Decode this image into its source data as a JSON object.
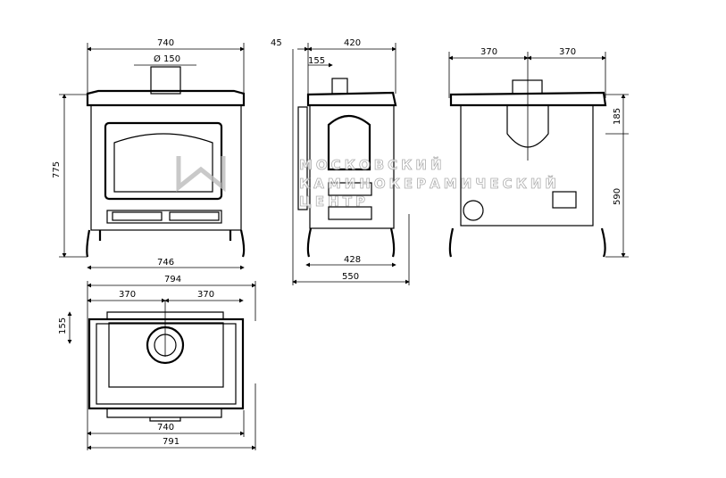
{
  "front_view": {
    "width_top": "740",
    "flue_diameter": "Ø 150",
    "height": "775",
    "width_base": "746"
  },
  "side_view": {
    "offset": "45",
    "depth_top": "420",
    "flue_offset": "155",
    "leg_depth": "428",
    "total_depth": "550"
  },
  "rear_view": {
    "half_left": "370",
    "half_right": "370",
    "upper_height": "185",
    "lower_height": "590"
  },
  "top_view": {
    "total_width": "794",
    "half_left": "370",
    "half_right": "370",
    "flue_offset": "155",
    "body_width": "740",
    "base_width": "791"
  },
  "watermark": {
    "lines": [
      "МОСКОВСКИЙ",
      "КАМИНОКЕРАМИЧЕСКИЙ",
      "ЦЕНТР"
    ]
  }
}
